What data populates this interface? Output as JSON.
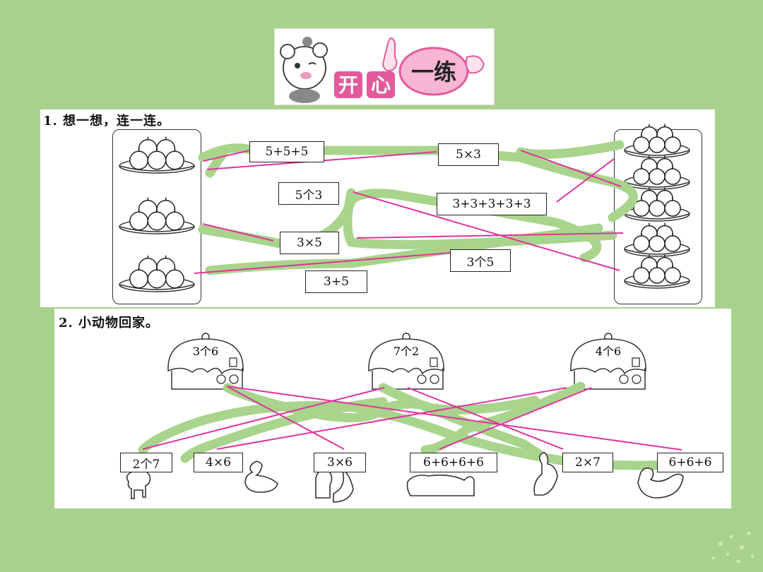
{
  "banner": {
    "char1": "开",
    "char2": "心",
    "title": "一练"
  },
  "q1": {
    "title": "1. 想一想，连一连。",
    "boxes": [
      "5+5+5",
      "5×3",
      "5个3",
      "3+3+3+3+3",
      "3×5",
      "3个5",
      "3+5"
    ]
  },
  "q2": {
    "title": "2. 小动物回家。",
    "houses": [
      "3个6",
      "7个2",
      "4个6"
    ],
    "animals": [
      "2个7",
      "4×6",
      "3×6",
      "6+6+6+6",
      "2×7",
      "6+6+6"
    ]
  },
  "colors": {
    "background": "#a9d18e",
    "green_line": "#a8d48c",
    "pink_line": "#e0339c"
  }
}
